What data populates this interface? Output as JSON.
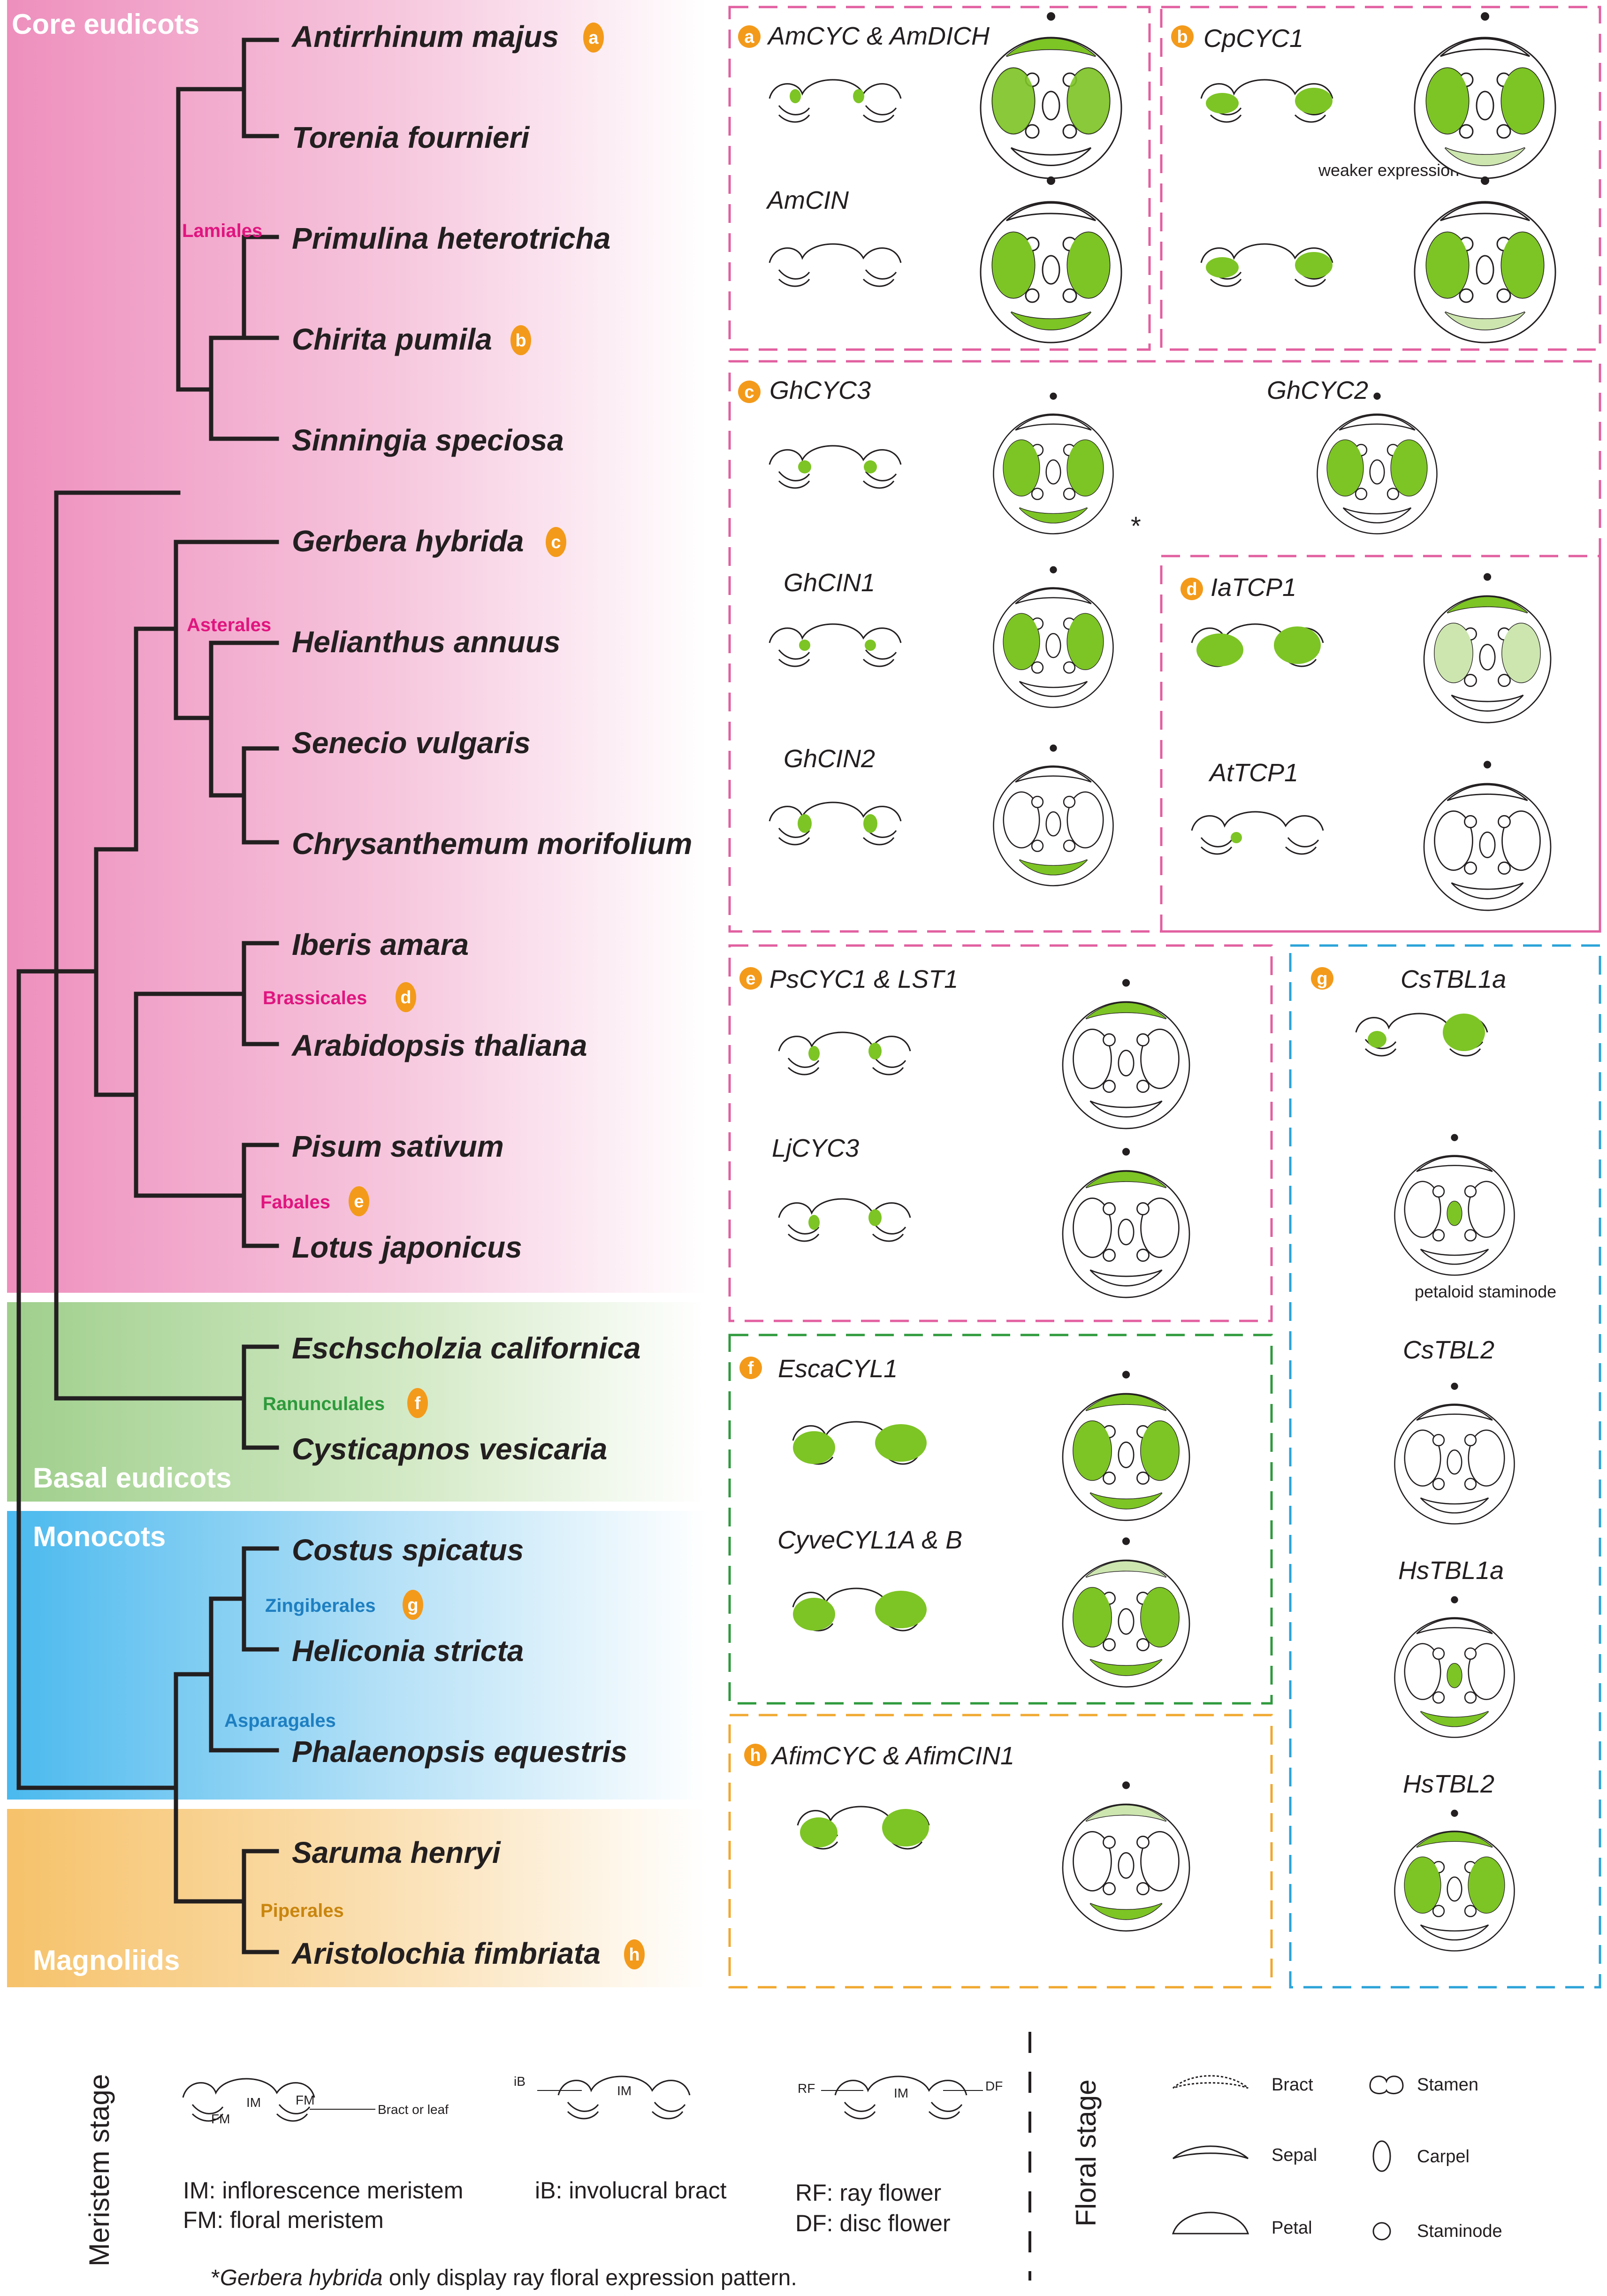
{
  "groups": [
    {
      "label": "Core eudicots",
      "color": "#ee8fbd"
    },
    {
      "label": "Basal eudicots",
      "color": "#9fcf8c"
    },
    {
      "label": "Monocots",
      "color": "#4ab9ee"
    },
    {
      "label": "Magnoliids",
      "color": "#f6c26a"
    }
  ],
  "orders": [
    {
      "label": "Lamiales",
      "color": "#e0157f"
    },
    {
      "label": "Asterales",
      "color": "#e0157f"
    },
    {
      "label": "Brassicales",
      "color": "#e0157f"
    },
    {
      "label": "Fabales",
      "color": "#e0157f"
    },
    {
      "label": "Ranunculales",
      "color": "#2e9a3c"
    },
    {
      "label": "Zingiberales",
      "color": "#1e7fc1"
    },
    {
      "label": "Asparagales",
      "color": "#1e7fc1"
    },
    {
      "label": "Piperales",
      "color": "#c9850e"
    }
  ],
  "species": [
    {
      "name": "Antirrhinum majus",
      "badge": "a"
    },
    {
      "name": "Torenia fournieri",
      "badge": ""
    },
    {
      "name": "Primulina heterotricha",
      "badge": ""
    },
    {
      "name": "Chirita pumila",
      "badge": "b"
    },
    {
      "name": "Sinningia speciosa",
      "badge": ""
    },
    {
      "name": "Gerbera hybrida",
      "badge": "c"
    },
    {
      "name": "Helianthus annuus",
      "badge": ""
    },
    {
      "name": "Senecio vulgaris",
      "badge": ""
    },
    {
      "name": "Chrysanthemum morifolium",
      "badge": ""
    },
    {
      "name": "Iberis amara",
      "badge": ""
    },
    {
      "name": "Arabidopsis thaliana",
      "badge": ""
    },
    {
      "name": "Pisum sativum",
      "badge": ""
    },
    {
      "name": "Lotus japonicus",
      "badge": ""
    },
    {
      "name": "Eschscholzia californica",
      "badge": ""
    },
    {
      "name": "Cysticapnos vesicaria",
      "badge": ""
    },
    {
      "name": "Costus spicatus",
      "badge": ""
    },
    {
      "name": "Heliconia stricta",
      "badge": ""
    },
    {
      "name": "Phalaenopsis equestris",
      "badge": ""
    },
    {
      "name": "Saruma henryi",
      "badge": ""
    },
    {
      "name": "Aristolochia fimbriata",
      "badge": "h"
    }
  ],
  "order_badges": [
    "d",
    "e",
    "f",
    "g"
  ],
  "panels": [
    {
      "badge": "a",
      "genes": [
        "AmCYC & AmDICH",
        "AmCIN"
      ],
      "border": "#e25fa0"
    },
    {
      "badge": "b",
      "genes": [
        "CpCYC1"
      ],
      "note": "weaker expression",
      "border": "#e25fa0"
    },
    {
      "badge": "c",
      "genes": [
        "GhCYC3",
        "GhCYC2",
        "GhCIN1",
        "GhCIN2"
      ],
      "star": "*",
      "border": "#e25fa0"
    },
    {
      "badge": "d",
      "genes": [
        "IaTCP1",
        "AtTCP1"
      ],
      "border": "#e25fa0"
    },
    {
      "badge": "e",
      "genes": [
        "PsCYC1 & LST1",
        "LjCYC3"
      ],
      "border": "#e25fa0"
    },
    {
      "badge": "f",
      "genes": [
        "EscaCYL1",
        "CyveCYL1A & B"
      ],
      "border": "#2e9a3c"
    },
    {
      "badge": "g",
      "genes": [
        "CsTBL1a",
        "CsTBL2",
        "HsTBL1a",
        "HsTBL2"
      ],
      "note": "petaloid staminode",
      "border": "#2ba3d8"
    },
    {
      "badge": "h",
      "genes": [
        "AfimCYC & AfimCIN1"
      ],
      "border": "#f0a830"
    }
  ],
  "colors": {
    "expression": "#7dc425",
    "weak_expression": "#cde6b0",
    "badge": "#f39a1b",
    "tree": "#231f20"
  },
  "legend": {
    "meristem_title": "Meristem stage",
    "floral_title": "Floral stage",
    "labels": {
      "im": "IM",
      "fm": "FM",
      "ib": "iB",
      "rf": "RF",
      "df": "DF",
      "bract_or_leaf": "Bract or leaf"
    },
    "defs": [
      "IM: inflorescence meristem",
      "FM: floral meristem",
      "iB: involucral bract",
      "RF: ray flower",
      "DF: disc flower"
    ],
    "organs": [
      "Bract",
      "Sepal",
      "Petal",
      "Stamen",
      "Carpel",
      "Staminode"
    ],
    "footnote_species": "Gerbera hybrida",
    "footnote_rest": " only display ray floral expression pattern.",
    "footnote_star": "*"
  }
}
